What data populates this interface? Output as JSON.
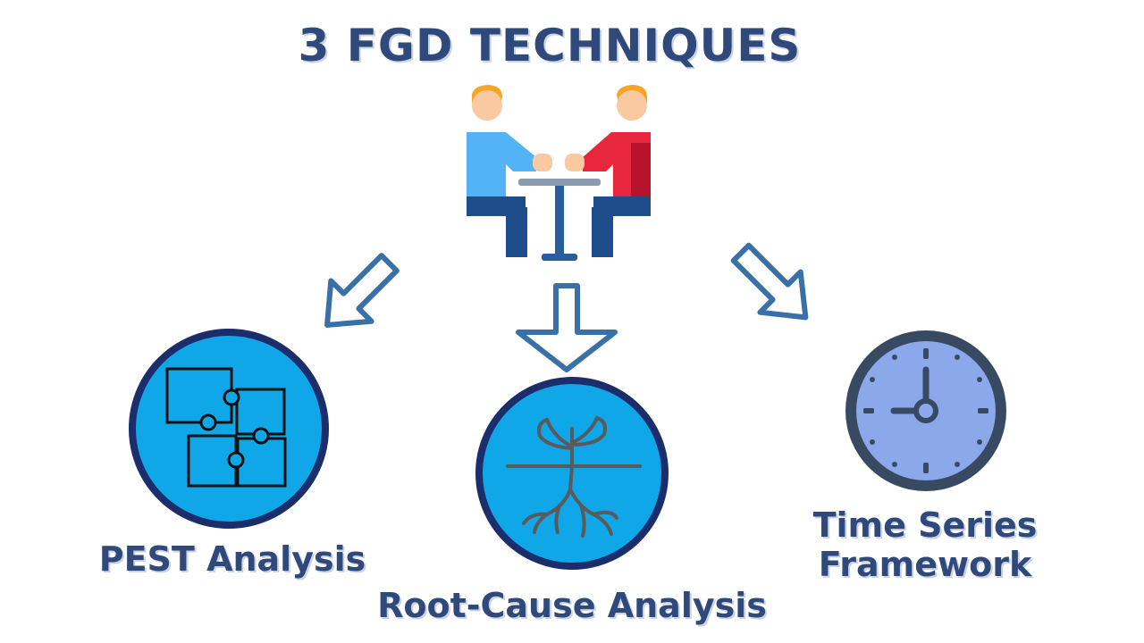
{
  "title": "3 FGD TECHNIQUES",
  "techniques": [
    {
      "label": "PEST Analysis",
      "icon": "puzzle-icon"
    },
    {
      "label": "Root-Cause Analysis",
      "icon": "roots-icon"
    },
    {
      "label_line1": "Time Series",
      "label_line2": "Framework",
      "icon": "clock-icon"
    }
  ],
  "colors": {
    "title": "#2f4a7a",
    "circle_fill": "#0fa7e8",
    "circle_border": "#1b2d6b",
    "arrow": "#3a70a8",
    "clock_face": "#8aa8ea",
    "clock_rim": "#374a62"
  }
}
